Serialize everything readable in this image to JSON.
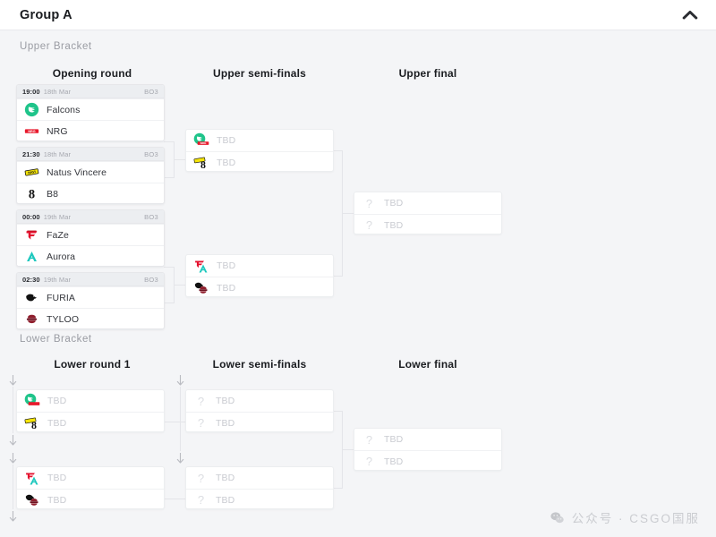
{
  "header": {
    "title": "Group A",
    "collapse_icon": "chevron-up-icon"
  },
  "upper_bracket": {
    "label": "Upper Bracket",
    "rounds": [
      {
        "title": "Opening round"
      },
      {
        "title": "Upper semi-finals"
      },
      {
        "title": "Upper final"
      }
    ],
    "opening_round": [
      {
        "time": "19:00",
        "date": "18th Mar",
        "format": "BO3",
        "teams": [
          {
            "name": "Falcons",
            "logo": "falcons-logo",
            "color": "#1fc48a"
          },
          {
            "name": "NRG",
            "logo": "nrg-logo",
            "color": "#e8192c"
          }
        ]
      },
      {
        "time": "21:30",
        "date": "18th Mar",
        "format": "BO3",
        "teams": [
          {
            "name": "Natus Vincere",
            "logo": "navi-logo",
            "color": "#f4e409"
          },
          {
            "name": "B8",
            "logo": "b8-logo",
            "color": "#111111"
          }
        ]
      },
      {
        "time": "00:00",
        "date": "19th Mar",
        "format": "BO3",
        "teams": [
          {
            "name": "FaZe",
            "logo": "faze-logo",
            "color": "#e4122e"
          },
          {
            "name": "Aurora",
            "logo": "aurora-logo",
            "color": "#1ec8be"
          }
        ]
      },
      {
        "time": "02:30",
        "date": "19th Mar",
        "format": "BO3",
        "teams": [
          {
            "name": "FURIA",
            "logo": "furia-logo",
            "color": "#111111"
          },
          {
            "name": "TYLOO",
            "logo": "tyloo-logo",
            "color": "#8f1d2c"
          }
        ]
      }
    ],
    "semi_finals": [
      {
        "teams": [
          {
            "name": "TBD",
            "logo_a": "falcons-logo",
            "logo_b": "nrg-logo"
          },
          {
            "name": "TBD",
            "logo_a": "navi-logo",
            "logo_b": "b8-logo"
          }
        ]
      },
      {
        "teams": [
          {
            "name": "TBD",
            "logo_a": "faze-logo",
            "logo_b": "aurora-logo"
          },
          {
            "name": "TBD",
            "logo_a": "furia-logo",
            "logo_b": "tyloo-logo"
          }
        ]
      }
    ],
    "final": {
      "teams": [
        {
          "name": "TBD",
          "logo": "question-mark-icon"
        },
        {
          "name": "TBD",
          "logo": "question-mark-icon"
        }
      ]
    }
  },
  "lower_bracket": {
    "label": "Lower Bracket",
    "rounds": [
      {
        "title": "Lower round 1"
      },
      {
        "title": "Lower semi-finals"
      },
      {
        "title": "Lower final"
      }
    ],
    "round_1": [
      {
        "teams": [
          {
            "name": "TBD",
            "logo_a": "falcons-logo",
            "logo_b": "nrg-logo"
          },
          {
            "name": "TBD",
            "logo_a": "navi-logo",
            "logo_b": "b8-logo"
          }
        ]
      },
      {
        "teams": [
          {
            "name": "TBD",
            "logo_a": "faze-logo",
            "logo_b": "aurora-logo"
          },
          {
            "name": "TBD",
            "logo_a": "furia-logo",
            "logo_b": "tyloo-logo"
          }
        ]
      }
    ],
    "semi_finals": [
      {
        "teams": [
          {
            "name": "TBD",
            "logo": "question-mark-icon"
          },
          {
            "name": "TBD",
            "logo": "question-mark-icon"
          }
        ]
      },
      {
        "teams": [
          {
            "name": "TBD",
            "logo": "question-mark-icon"
          },
          {
            "name": "TBD",
            "logo": "question-mark-icon"
          }
        ]
      }
    ],
    "final": {
      "teams": [
        {
          "name": "TBD",
          "logo": "question-mark-icon"
        },
        {
          "name": "TBD",
          "logo": "question-mark-icon"
        }
      ]
    }
  },
  "watermark": {
    "icon": "wechat-icon",
    "text": "公众号 · CSGO国服"
  },
  "colors": {
    "page_bg": "#f4f5f7",
    "card_bg": "#ffffff",
    "card_border": "#e6e7ea",
    "head_bg": "#eceef1",
    "text": "#33353b",
    "muted": "#a6a8af",
    "placeholder": "#c9cbd1"
  }
}
